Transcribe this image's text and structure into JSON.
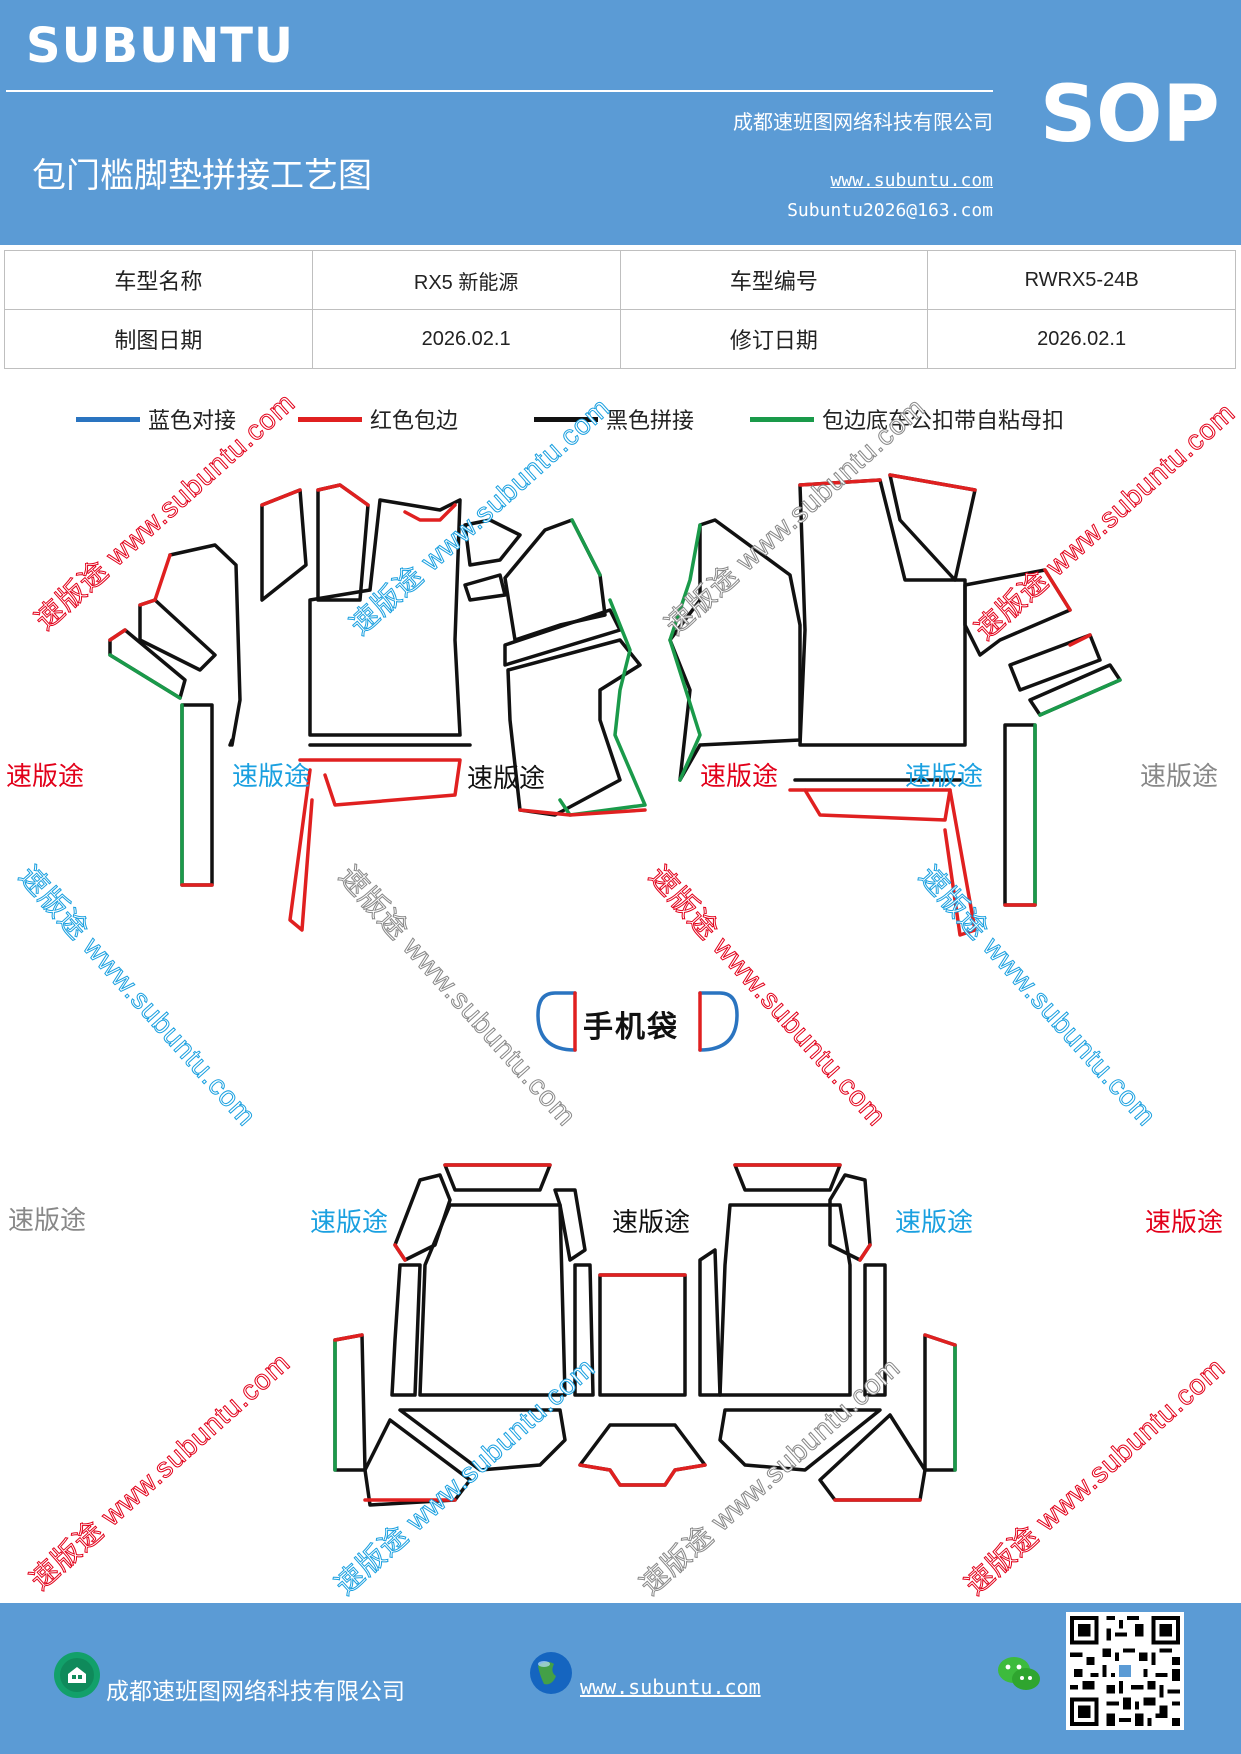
{
  "header": {
    "brand": "SUBUNTU",
    "badge": "SOP",
    "company": "成都速班图网络科技有限公司",
    "title": "包门槛脚垫拼接工艺图",
    "website": "www.subuntu.com",
    "email": "Subuntu2026@163.com"
  },
  "info": {
    "label_model_name": "车型名称",
    "model_name": "RX5  新能源",
    "label_model_code": "车型编号",
    "model_code": "RWRX5-24B",
    "label_draw_date": "制图日期",
    "draw_date": "2026.02.1",
    "label_revise_date": "修订日期",
    "revise_date": "2026.02.1"
  },
  "legend": {
    "blue": "蓝色对接",
    "red": "红色包边",
    "black": "黑色拼接",
    "green": "包边底车公扣带自粘母扣"
  },
  "colors": {
    "header_bg": "#5b9bd5",
    "blue_line": "#2a74c0",
    "red_line": "#e02020",
    "black_line": "#111111",
    "green_line": "#1a9a4a"
  },
  "watermark": {
    "brand": "速版途",
    "url": "www.subuntu.com"
  },
  "phone_bag": "手机袋",
  "footer": {
    "company": "成都速班图网络科技有限公司",
    "website": "www.subuntu.com"
  },
  "icons": [
    "building-icon",
    "globe-icon",
    "wechat-icon",
    "qr-code"
  ]
}
